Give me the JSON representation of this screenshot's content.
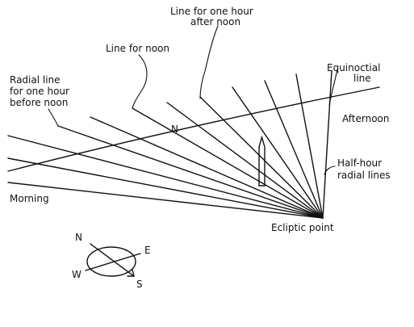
{
  "labels": {
    "one_hour_after_line1": "Line for one hour",
    "one_hour_after_line2": "after noon",
    "noon": "Line for noon",
    "before_noon_line1": "Radial line",
    "before_noon_line2": "for one hour",
    "before_noon_line3": "before noon",
    "equinoctial_line1": "Equinoctial",
    "equinoctial_line2": "line",
    "afternoon": "Afternoon",
    "half_hour_line1": "Half-hour",
    "half_hour_line2": "radial lines",
    "morning": "Morning",
    "ecliptic_point": "Ecliptic point",
    "noon_marker": "N"
  },
  "compass": {
    "north": "N",
    "east": "E",
    "south": "S",
    "west": "W"
  },
  "colors": {
    "ink": "#111111",
    "background": "#ffffff"
  }
}
